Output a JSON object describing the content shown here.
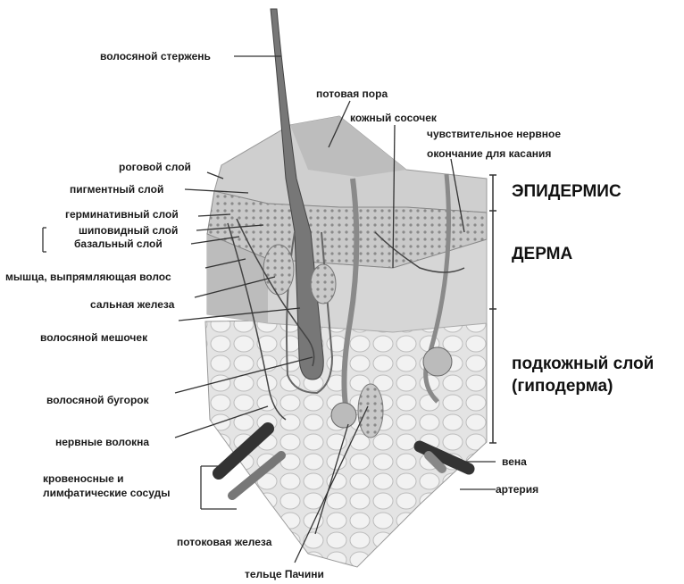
{
  "labels": {
    "hair_shaft": "волосяной стержень",
    "sweat_pore": "потовая пора",
    "dermal_papilla": "кожный сосочек",
    "sensory_ending_1": "чувствительное нервное",
    "sensory_ending_2": "окончание для касания",
    "stratum_corneum": "роговой слой",
    "pigment_layer": "пигментный слой",
    "germinative_layer": "герминативный слой",
    "spinous_layer": "шиповидный слой",
    "basal_layer": "базальный слой",
    "arrector_muscle": "мышца, выпрямляющая волос",
    "sebaceous_gland": "сальная железа",
    "hair_follicle": "волосяной мешочек",
    "hair_bulb": "волосяной бугорок",
    "nerve_fibers": "нервные волокна",
    "vessels_1": "кровеносные и",
    "vessels_2": "лимфатические сосуды",
    "sweat_gland": "потоковая железа",
    "pacini": "тельце Пачини",
    "vein": "вена",
    "artery": "артерия"
  },
  "layers": {
    "epidermis": "ЭПИДЕРМИС",
    "dermis": "ДЕРМА",
    "hypodermis_1": "подкожный слой",
    "hypodermis_2": "(гиподерма)"
  }
}
